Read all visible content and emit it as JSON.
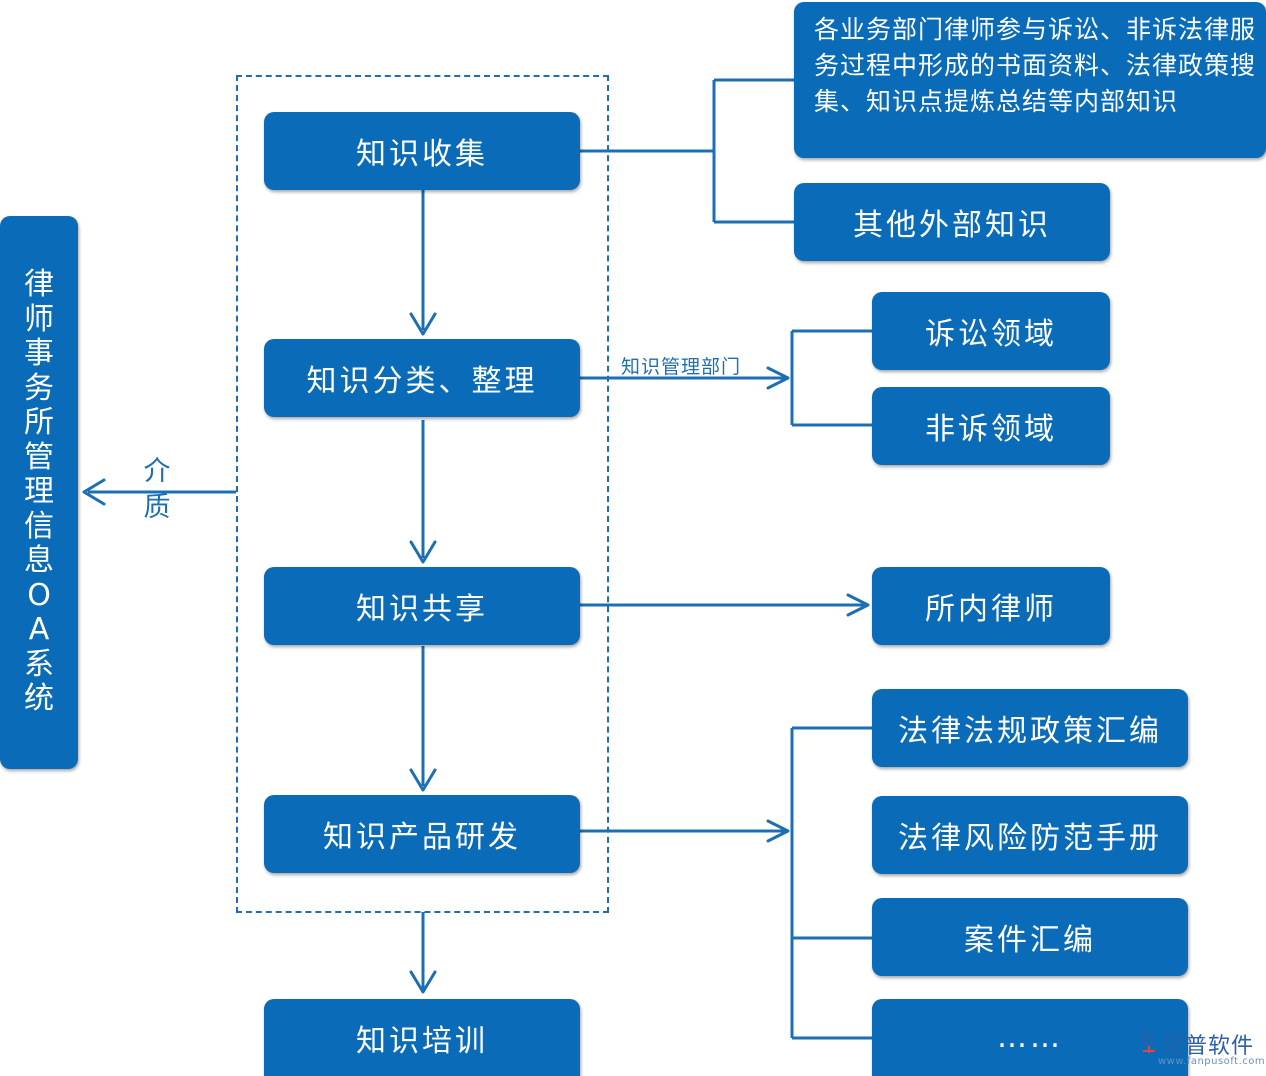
{
  "system_label": "律师事务所管理信息OA系统",
  "medium_label": "介质",
  "mgmt_dept_label": "知识管理部门",
  "stages": {
    "collect": "知识收集",
    "classify": "知识分类、整理",
    "share": "知识共享",
    "develop": "知识产品研发",
    "train": "知识培训"
  },
  "collect_sources": {
    "internal": "各业务部门律师参与诉讼、非诉法律服务过程中形成的书面资料、法律政策搜集、知识点提炼总结等内部知识",
    "external": "其他外部知识"
  },
  "classify_targets": {
    "litigation": "诉讼领域",
    "non_litigation": "非诉领域"
  },
  "share_target": "所内律师",
  "products": [
    "法律法规政策汇编",
    "法律风险防范手册",
    "案件汇编",
    "……"
  ],
  "watermark": {
    "name": "泛普软件",
    "url": "www.fanpusoft.com"
  },
  "colors": {
    "box": "#0a6bb8",
    "line": "#1d6fb3"
  }
}
